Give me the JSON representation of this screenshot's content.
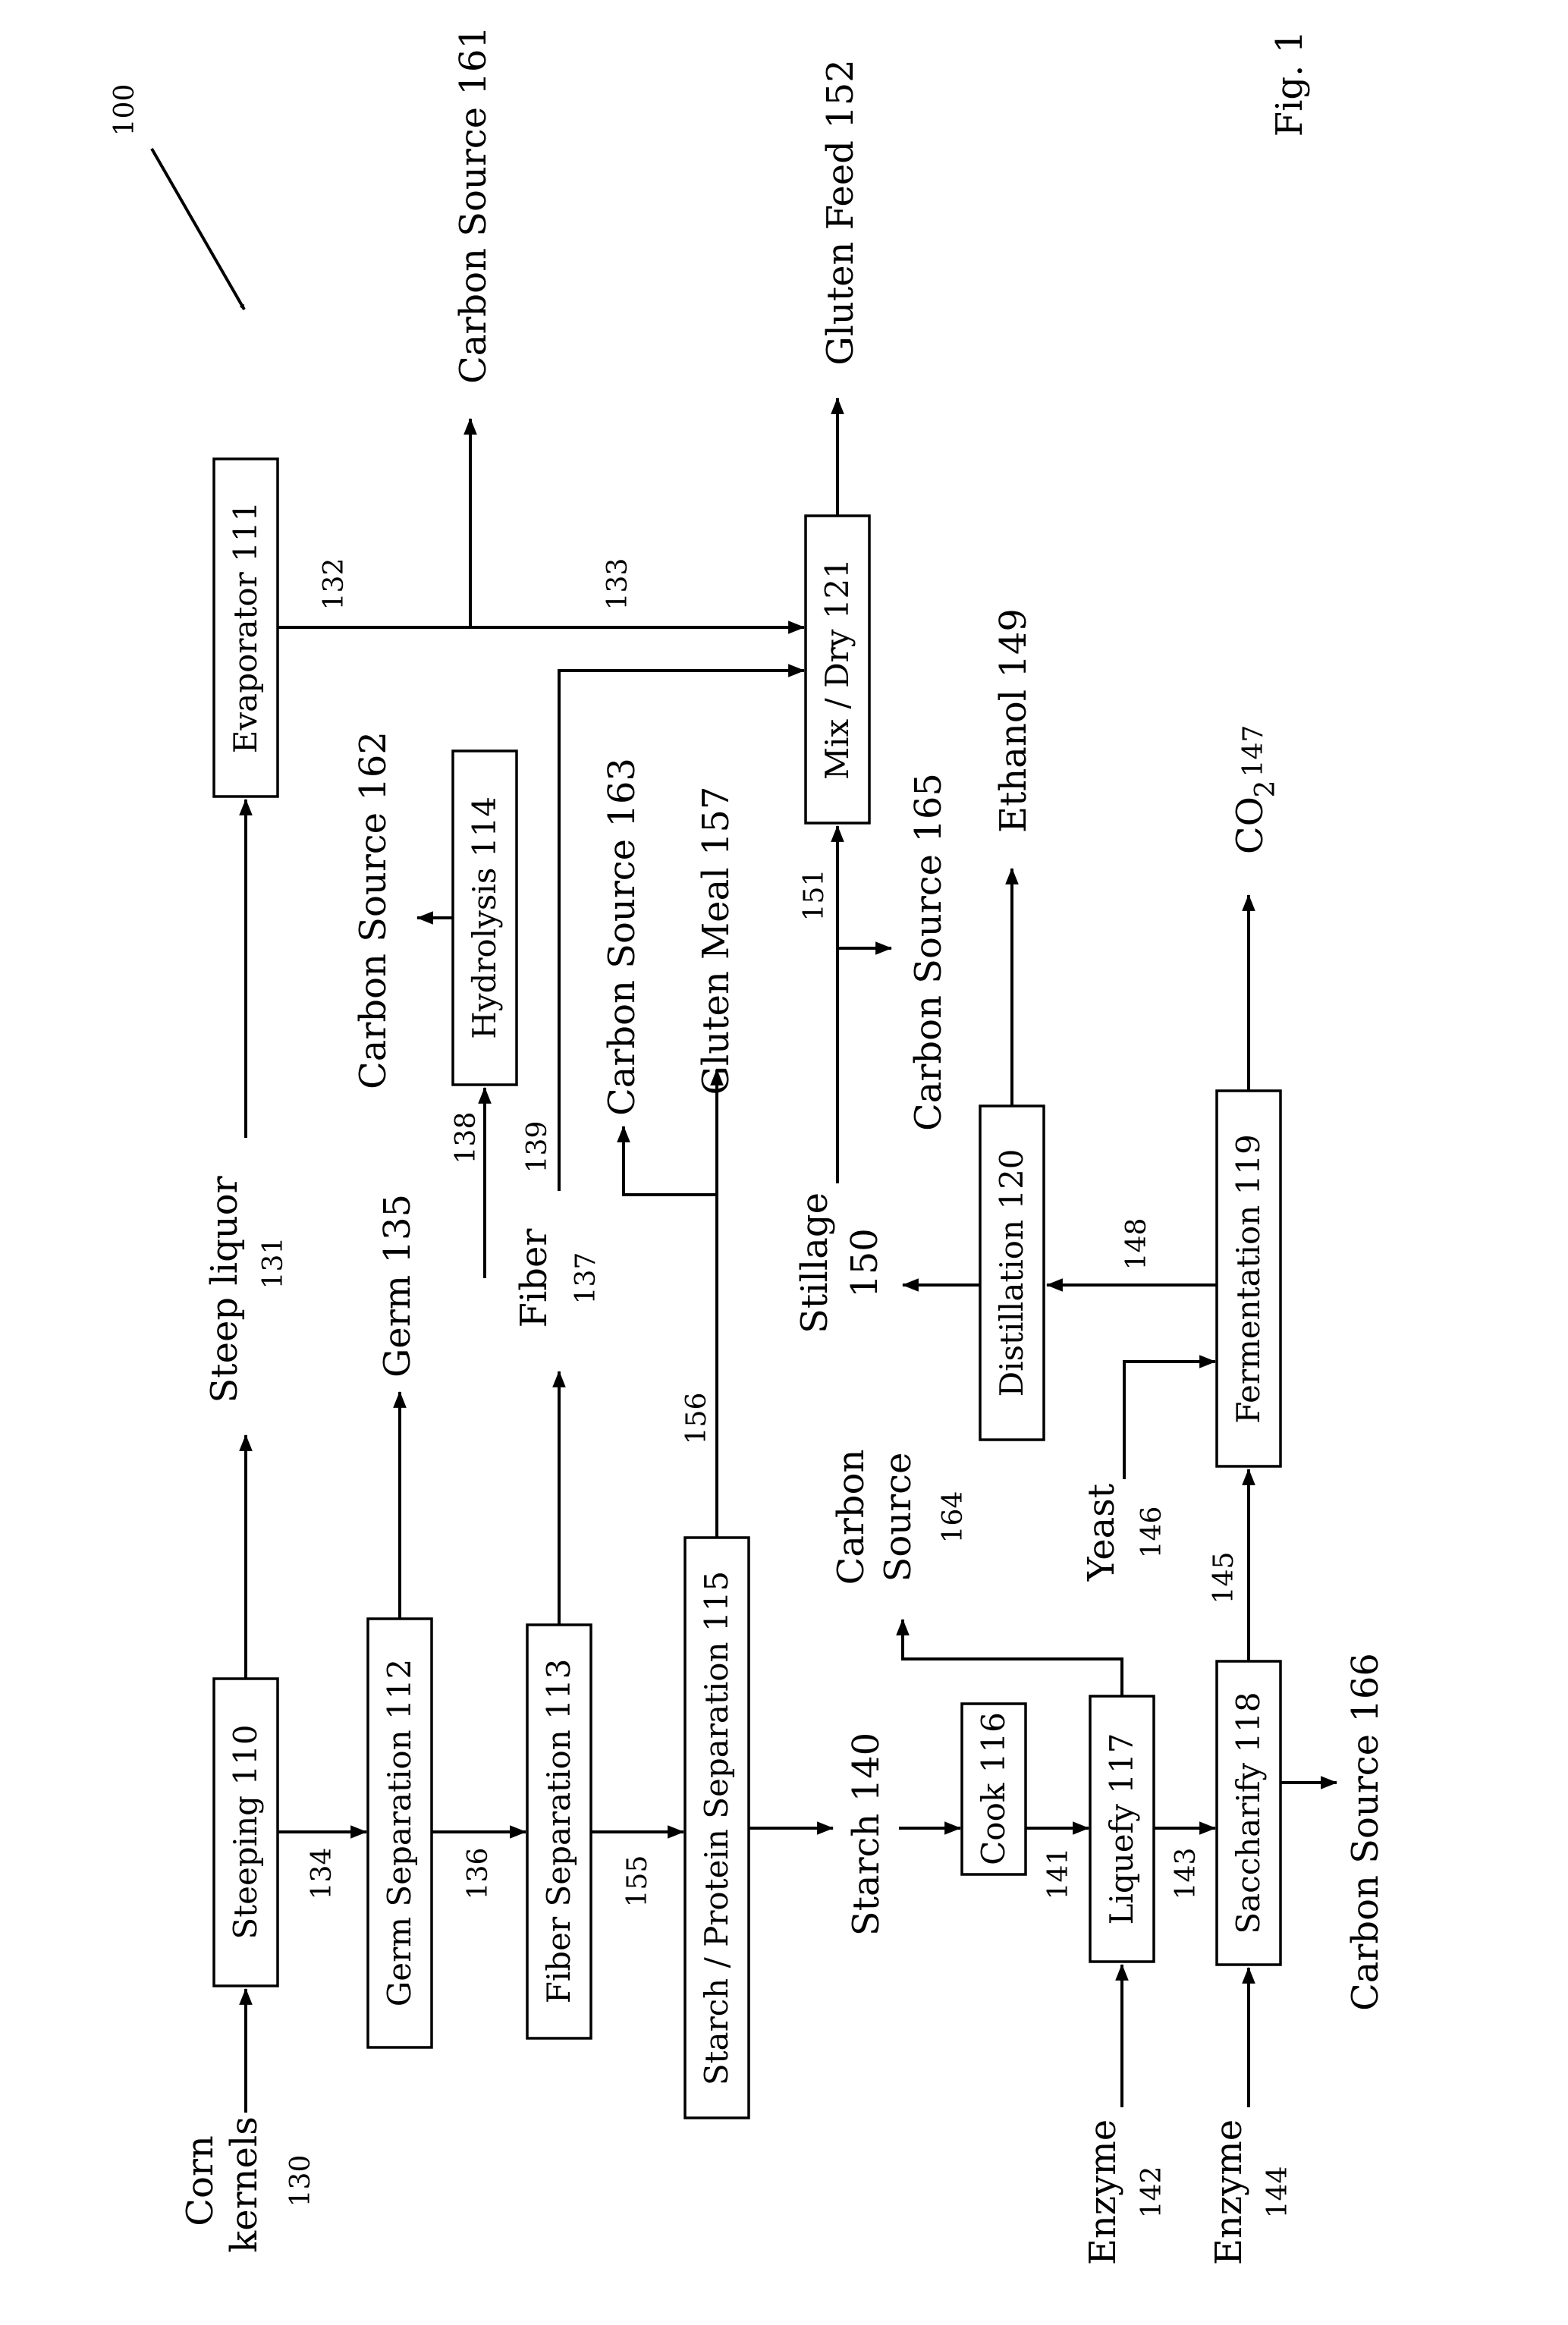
{
  "figure": {
    "label": "Fig. 1",
    "ref": "100"
  },
  "boxes": {
    "steeping": "Steeping 110",
    "germ_sep": "Germ Separation 112",
    "fiber_sep": "Fiber Separation 113",
    "starch_protein": "Starch / Protein Separation 115",
    "cook": "Cook 116",
    "liquefy": "Liquefy 117",
    "saccharify": "Saccharify 118",
    "fermentation": "Fermentation 119",
    "distillation": "Distillation 120",
    "evaporator": "Evaporator 111",
    "hydrolysis": "Hydrolysis 114",
    "mix_dry": "Mix / Dry 121"
  },
  "labels": {
    "corn": [
      "Corn",
      "kernels",
      "130"
    ],
    "enzyme142": [
      "Enzyme",
      "142"
    ],
    "enzyme144": [
      "Enzyme",
      "144"
    ],
    "steep_liquor": [
      "Steep liquor",
      "131"
    ],
    "germ": "Germ 135",
    "fiber": [
      "Fiber",
      "137"
    ],
    "starch": "Starch 140",
    "carbon_source_164": [
      "Carbon",
      "Source",
      "164"
    ],
    "yeast": [
      "Yeast",
      "146"
    ],
    "stillage": [
      "Stillage",
      "150"
    ],
    "carbon_source_166": "Carbon Source 166",
    "carbon_source_161": "Carbon Source 161",
    "gluten_feed": "Gluten Feed 152",
    "carbon_source_162": "Carbon Source 162",
    "carbon_source_163": "Carbon Source 163",
    "gluten_meal": "Gluten Meal 157",
    "carbon_source_165": "Carbon Source 165",
    "ethanol": "Ethanol 149",
    "co2": "CO",
    "co2_sub": "2",
    "co2_num": "147"
  },
  "stream_numbers": {
    "n132": "132",
    "n133": "133",
    "n134": "134",
    "n136": "136",
    "n138": "138",
    "n139": "139",
    "n141": "141",
    "n143": "143",
    "n145": "145",
    "n148": "148",
    "n151": "151",
    "n155": "155",
    "n156": "156"
  }
}
